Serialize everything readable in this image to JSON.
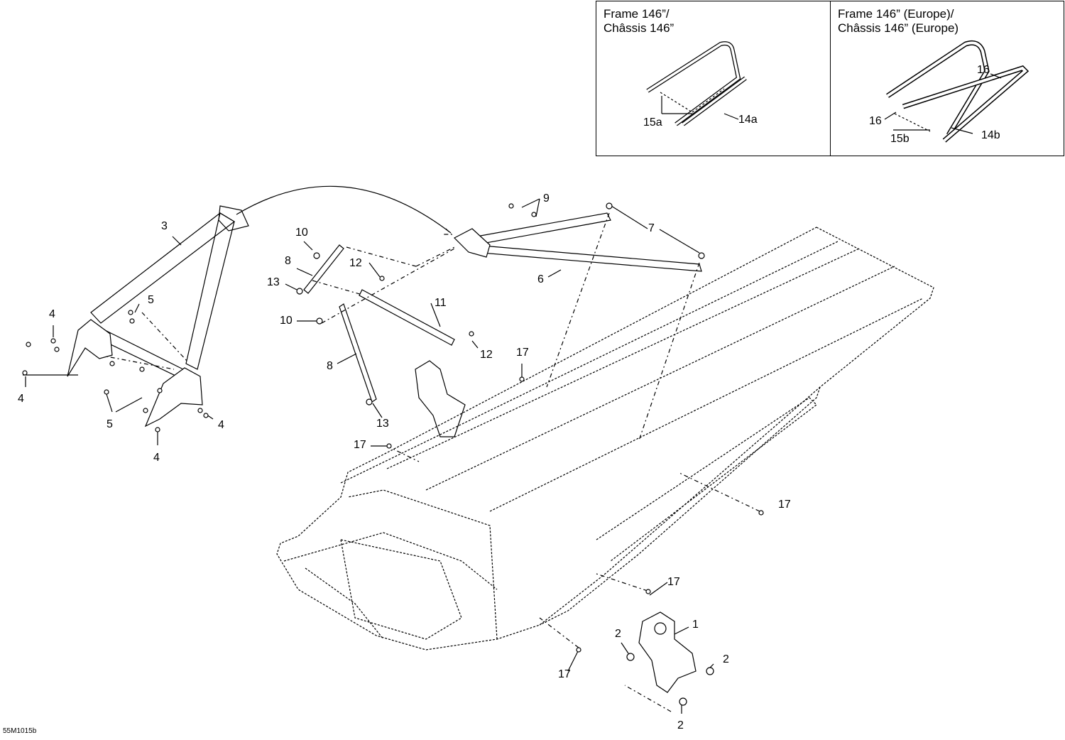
{
  "insets": {
    "left": {
      "title_line1": "Frame 146”/",
      "title_line2": "Châssis 146”",
      "callouts": [
        "15a",
        "14a"
      ]
    },
    "right": {
      "title_line1": "Frame 146” (Europe)/",
      "title_line2": "Châssis 146” (Europe)",
      "callouts": [
        "16",
        "16",
        "15b",
        "14b"
      ]
    }
  },
  "callouts": [
    "1",
    "2",
    "2",
    "2",
    "3",
    "4",
    "4",
    "4",
    "4",
    "5",
    "5",
    "6",
    "7",
    "8",
    "8",
    "9",
    "10",
    "10",
    "11",
    "12",
    "12",
    "13",
    "13",
    "17",
    "17",
    "17",
    "17",
    "17"
  ],
  "reference_code": "55M1015b"
}
